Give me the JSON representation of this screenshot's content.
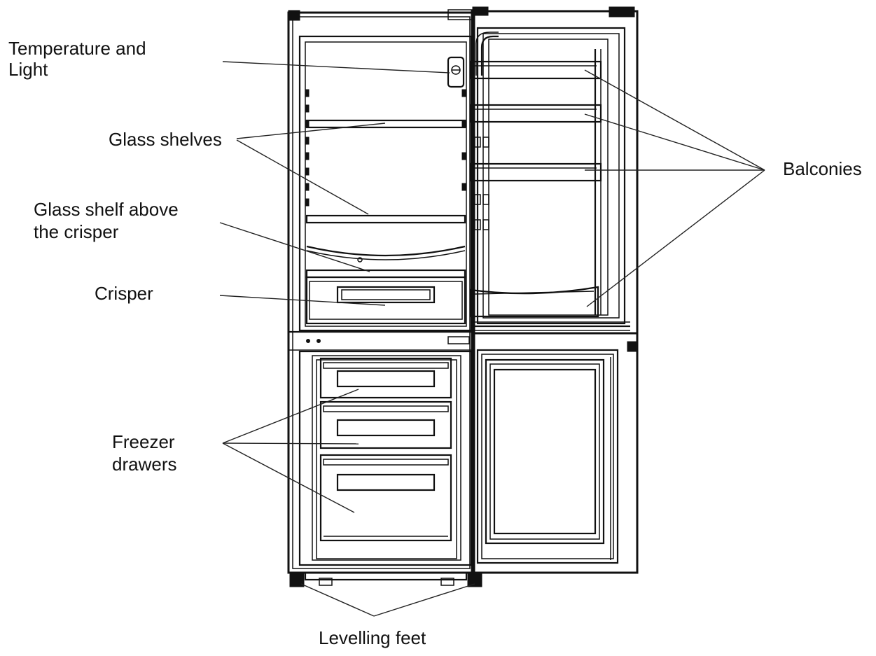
{
  "labels": {
    "temperature_light_line1": "Temperature and",
    "temperature_light_line2": "Light",
    "glass_shelves": "Glass shelves",
    "glass_shelf_crisper_line1": "Glass shelf above",
    "glass_shelf_crisper_line2": "the crisper",
    "crisper": "Crisper",
    "freezer_drawers_line1": "Freezer",
    "freezer_drawers_line2": "drawers",
    "balconies": "Balconies",
    "levelling_feet": "Levelling feet"
  },
  "colors": {
    "line": "#111111",
    "background": "#ffffff"
  }
}
